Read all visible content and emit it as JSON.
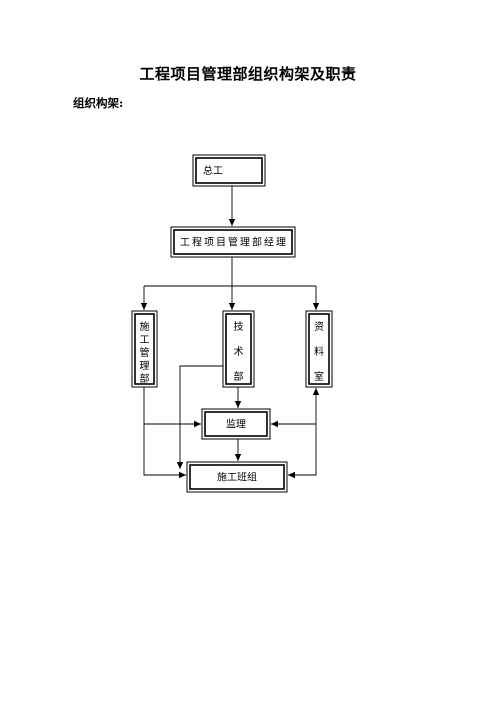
{
  "document": {
    "title": "工程项目管理部组织构架及职责",
    "section_label": "组织构架:"
  },
  "org_chart": {
    "nodes": {
      "chief_engineer": "总工",
      "project_manager": "工程项目管理部经理",
      "construction_mgmt": [
        "施",
        "工",
        "管",
        "理",
        "部"
      ],
      "technical_dept": [
        "技",
        "术",
        "部"
      ],
      "materials_room": [
        "资",
        "料",
        "室"
      ],
      "supervision": "监理",
      "construction_team": "施工班组"
    }
  }
}
